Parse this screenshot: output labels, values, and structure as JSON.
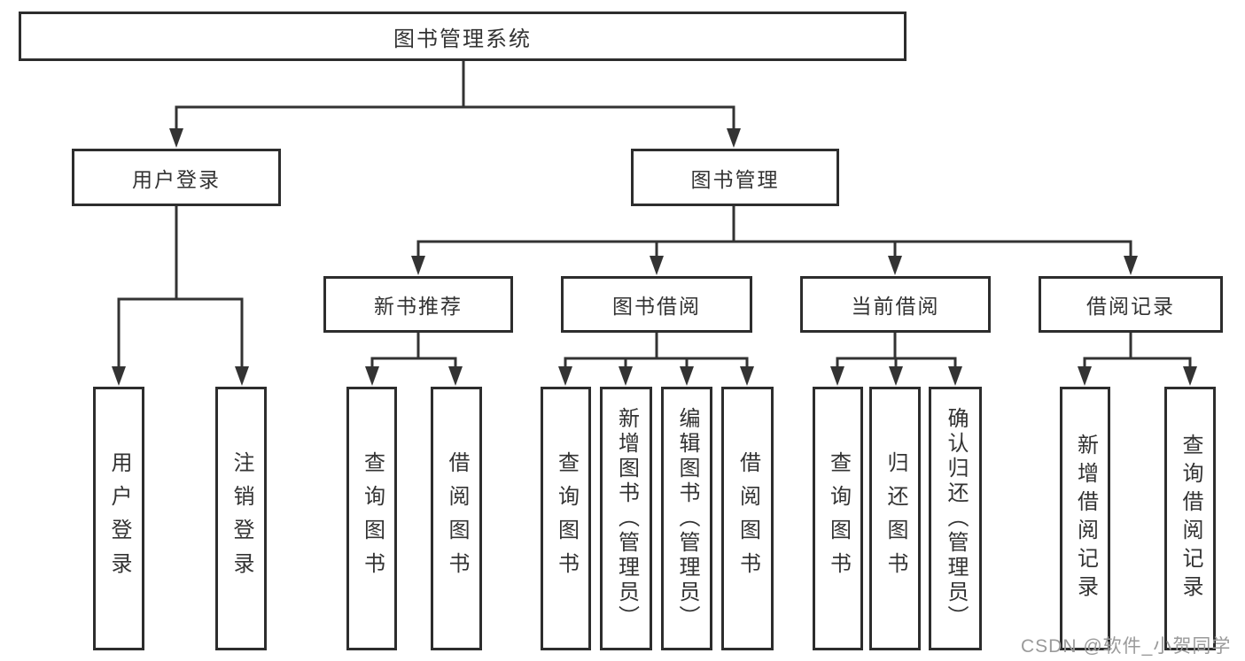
{
  "tree": {
    "label": "图书管理系统",
    "children": [
      {
        "label": "用户登录",
        "children": [
          {
            "label": "用户登录"
          },
          {
            "label": "注销登录"
          }
        ]
      },
      {
        "label": "图书管理",
        "children": [
          {
            "label": "新书推荐",
            "children": [
              {
                "label": "查询图书"
              },
              {
                "label": "借阅图书"
              }
            ]
          },
          {
            "label": "图书借阅",
            "children": [
              {
                "label": "查询图书"
              },
              {
                "label": "新增图书（管理员）"
              },
              {
                "label": "编辑图书（管理员）"
              },
              {
                "label": "借阅图书"
              }
            ]
          },
          {
            "label": "当前借阅",
            "children": [
              {
                "label": "查询图书"
              },
              {
                "label": "归还图书"
              },
              {
                "label": "确认归还（管理员）"
              }
            ]
          },
          {
            "label": "借阅记录",
            "children": [
              {
                "label": "新增借阅记录"
              },
              {
                "label": "查询借阅记录"
              }
            ]
          }
        ]
      }
    ]
  },
  "watermark": {
    "text": "CSDN @软件_小贺同学"
  },
  "colors": {
    "line": "#333333",
    "border": "#2d2d2d",
    "text": "#333333",
    "background": "#ffffff",
    "watermark": "#9a9a9a"
  }
}
